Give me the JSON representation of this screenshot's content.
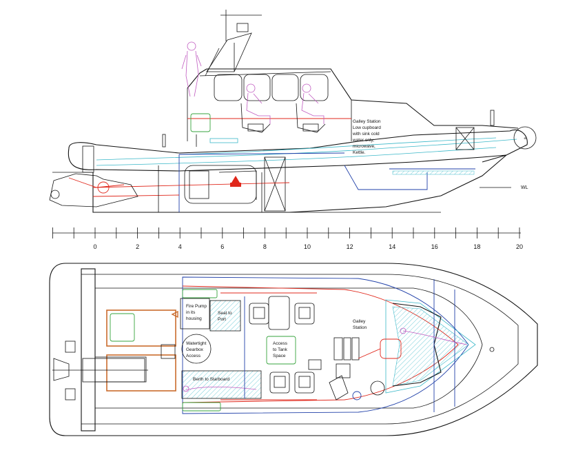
{
  "side_view": {
    "galley_note": [
      "Galley Station",
      "Low cupboard",
      "with sink cold",
      "water only,",
      "microwave,",
      "Kettle."
    ],
    "waterline_label": "WL",
    "plus_mark": "+"
  },
  "scale": {
    "ticks": [
      "0",
      "2",
      "4",
      "6",
      "8",
      "10",
      "12",
      "14",
      "16",
      "18",
      "20"
    ]
  },
  "plan_view": {
    "fire_pump": [
      "Fire Pump",
      "in its",
      "housing"
    ],
    "seat_port": [
      "Seat to",
      "Port"
    ],
    "watertight": [
      "Watertight",
      "Gearbox",
      "Access"
    ],
    "access_tank": [
      "Access",
      "to Tank",
      "Space"
    ],
    "galley_station": [
      "Galley",
      "Station"
    ],
    "berth": "Berth to Starboard"
  },
  "colors": {
    "outline": "#111111",
    "structure_blue": "#1f3fa8",
    "services_red": "#e0271b",
    "deck_cyan": "#39b7c8",
    "hatch_green": "#36a33c",
    "tank_orange": "#c96a2b",
    "crew_magenta": "#c05ac0"
  }
}
